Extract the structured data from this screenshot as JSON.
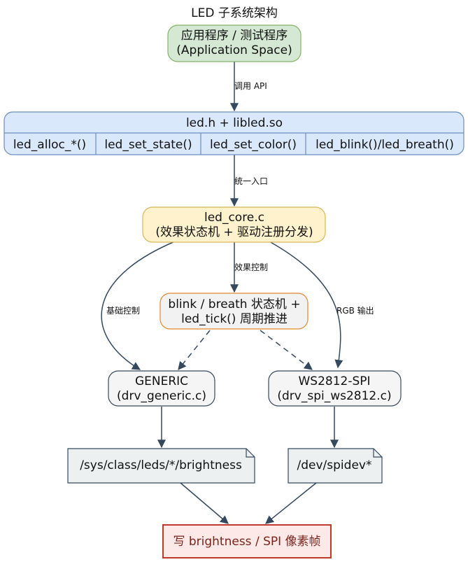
{
  "title": "LED 子系统架构",
  "nodes": {
    "app": {
      "line1": "应用程序 / 测试程序",
      "line2": "(Application Space)"
    },
    "api": {
      "header": "led.h + libled.so",
      "cells": [
        "led_alloc_*()",
        "led_set_state()",
        "led_set_color()",
        "led_blink()/led_breath()"
      ]
    },
    "core": {
      "line1": "led_core.c",
      "line2": "(效果状态机 + 驱动注册分发)"
    },
    "effects": {
      "line1": "blink / breath 状态机 +",
      "line2": "led_tick() 周期推进"
    },
    "generic": {
      "line1": "GENERIC",
      "line2": "(drv_generic.c)"
    },
    "ws2812": {
      "line1": "WS2812-SPI",
      "line2": "(drv_spi_ws2812.c)"
    },
    "sysfs": {
      "label": "/sys/class/leds/*/brightness"
    },
    "spidev": {
      "label": "/dev/spidev*"
    },
    "output": {
      "label": "写 brightness / SPI 像素帧"
    }
  },
  "edges": {
    "app_to_api": "调用 API",
    "api_to_core": "统一入口",
    "core_to_effects": "效果控制",
    "core_to_generic": "基础控制",
    "core_to_ws2812": "RGB 输出"
  },
  "colors": {
    "app_fill": "#d5e8d4",
    "app_stroke": "#82b366",
    "api_fill": "#dae8fc",
    "api_stroke": "#6c8ebf",
    "core_fill": "#fff2cc",
    "core_stroke": "#d6b656",
    "effects_fill": "#f2f2f2",
    "effects_stroke": "#e08a2e",
    "driver_fill": "#f5f5f5",
    "driver_stroke": "#34495e",
    "file_fill": "#ecf0f1",
    "file_stroke": "#34495e",
    "output_fill": "#fde9e7",
    "output_stroke": "#c0392b",
    "output_text": "#7b241c",
    "edge": "#34495e"
  }
}
